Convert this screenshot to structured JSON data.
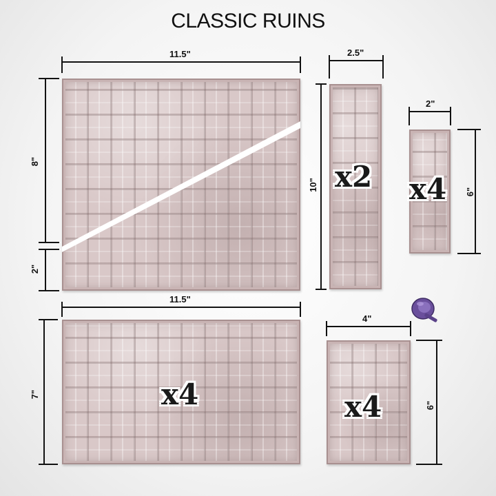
{
  "title": "CLASSIC RUINS",
  "pieces": [
    {
      "width_label": "11.5\"",
      "height_label_top": "8\"",
      "height_label_bottom": "2\"",
      "quantity": ""
    },
    {
      "width_label": "2.5\"",
      "height_label": "10\"",
      "quantity": "x2"
    },
    {
      "width_label": "2\"",
      "height_label": "6\"",
      "quantity": "x4"
    },
    {
      "width_label": "11.5\"",
      "height_label": "7\"",
      "quantity": "x4"
    },
    {
      "width_label": "4\"",
      "height_label": "6\"",
      "quantity": "x4"
    }
  ],
  "colors": {
    "tile": "#d9c8c8",
    "dimension_line": "#111111",
    "miniature": "#6a4f9c"
  },
  "icons": [
    "miniature-tank-icon"
  ]
}
